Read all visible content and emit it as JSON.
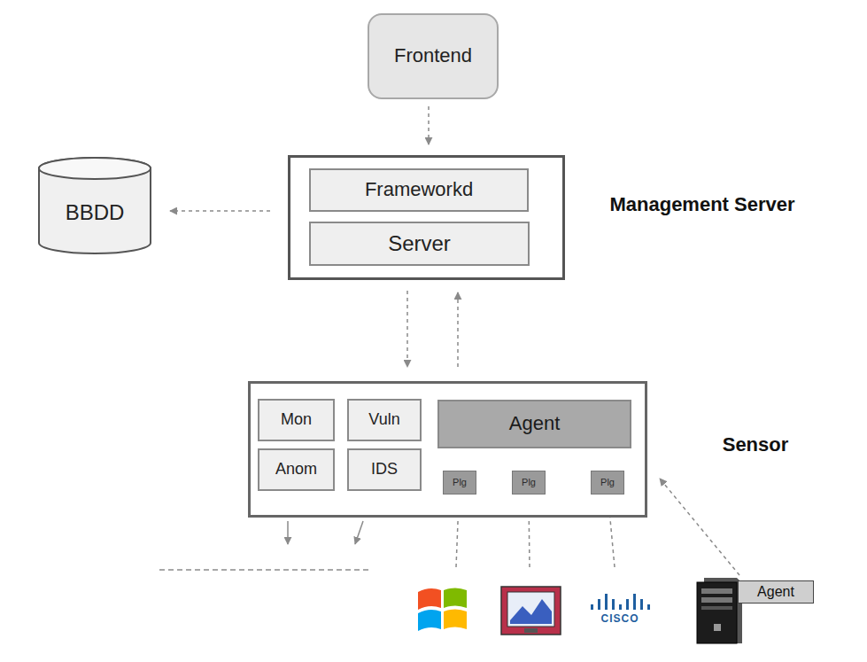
{
  "diagram": {
    "nodes": [
      {
        "text": [
          "Frontend"
        ]
      },
      {
        "text": [
          "BBDD"
        ]
      },
      {
        "text": [
          "Management Server"
        ]
      },
      {
        "text": [
          "Frameworkd"
        ],
        "in": 2
      },
      {
        "text": [
          "Server"
        ],
        "in": 2
      },
      {
        "text": [
          "Sensor"
        ]
      },
      {
        "text": [
          "Mon"
        ],
        "in": 5
      },
      {
        "text": [
          "Vuln"
        ],
        "in": 5
      },
      {
        "text": [
          "Agent"
        ],
        "in": 5
      },
      {
        "text": [
          "Anom"
        ],
        "in": 5
      },
      {
        "text": [
          "IDS"
        ],
        "in": 5
      },
      {
        "text": [
          "Plg"
        ],
        "in": 5
      },
      {
        "text": [
          "Plg"
        ],
        "in": 5
      },
      {
        "text": [
          "Plg"
        ],
        "in": 5
      },
      {
        "text": [
          "Agent"
        ]
      }
    ],
    "edges": [
      {
        "from": 0,
        "to": 2,
        "arrow": "to"
      },
      {
        "from": 2,
        "to": 1,
        "arrow": "to"
      },
      {
        "from": 2,
        "to": 5,
        "arrow": "to"
      },
      {
        "from": 5,
        "to": 2,
        "arrow": "to"
      },
      {
        "from": 14,
        "to": 5,
        "arrow": "to"
      }
    ],
    "labels": [
      "CISCO"
    ]
  }
}
